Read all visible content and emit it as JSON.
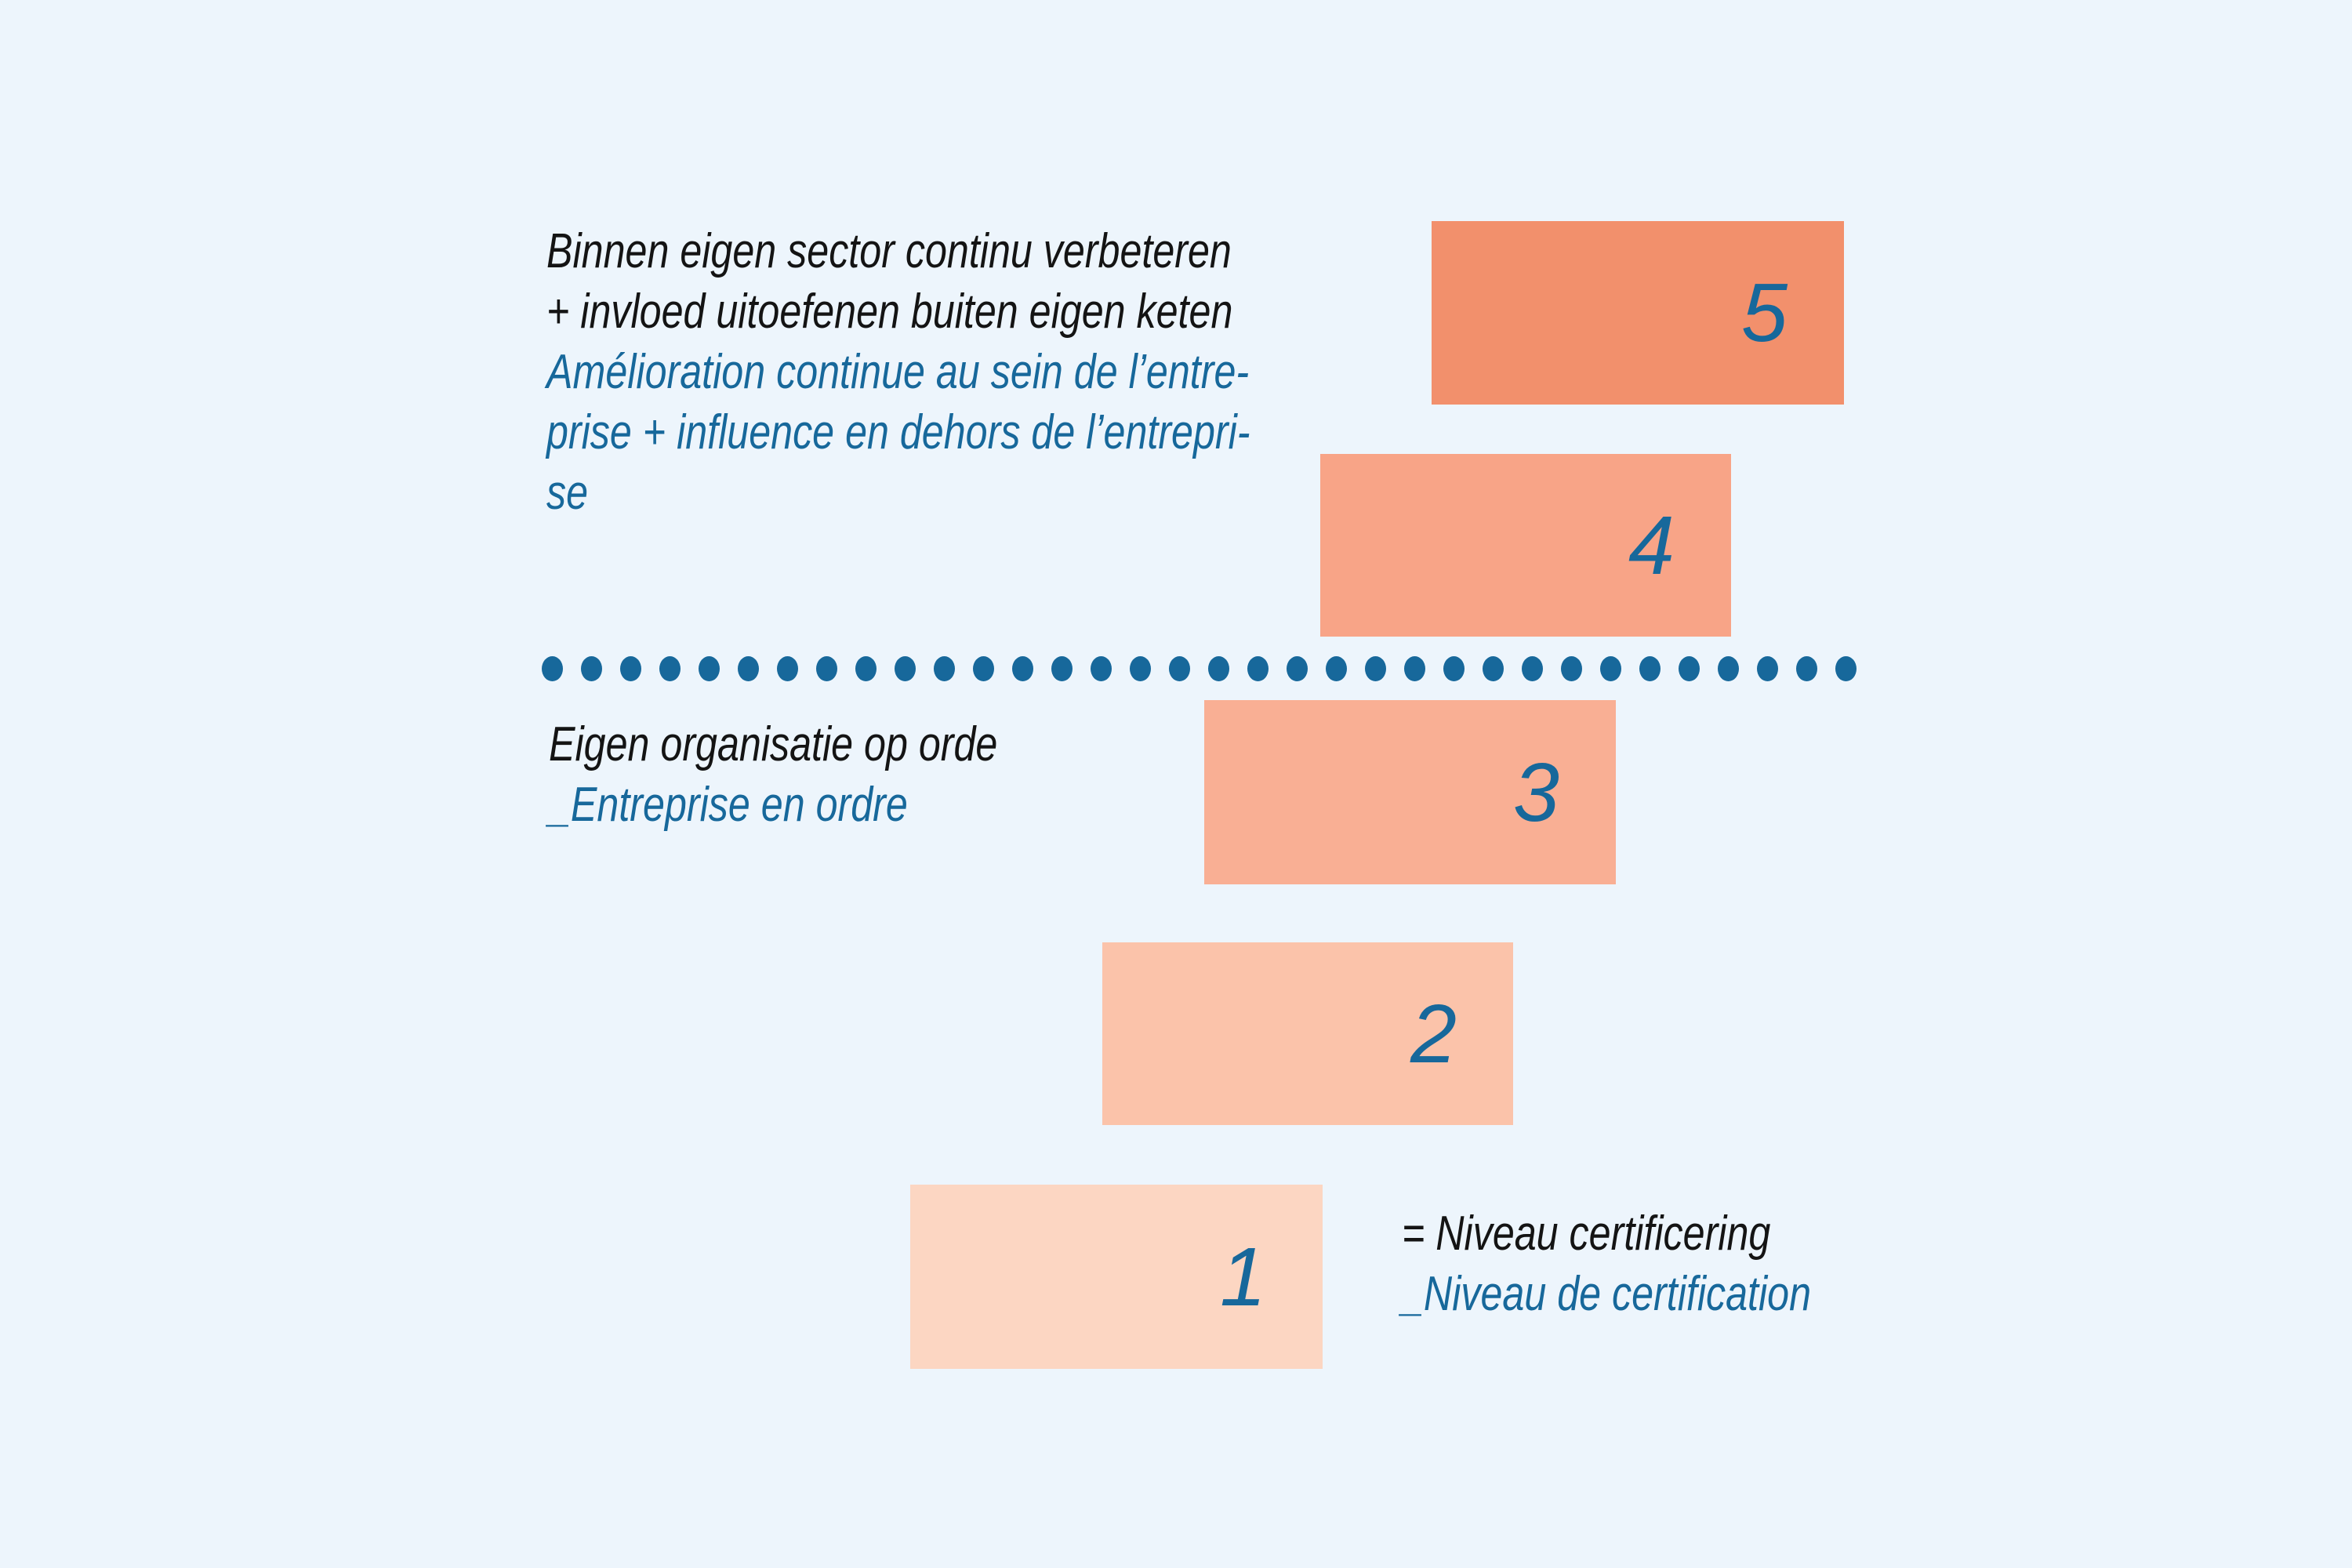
{
  "title": "Niveau certificering / Niveau de certification",
  "colors": {
    "background": "#edf5fc",
    "accent_blue": "#17689b",
    "text_black": "#141414"
  },
  "blocks": [
    {
      "level": "5",
      "color": "#f2906c"
    },
    {
      "level": "4",
      "color": "#f8a487"
    },
    {
      "level": "3",
      "color": "#f9af94"
    },
    {
      "level": "2",
      "color": "#fbc3aa"
    },
    {
      "level": "1",
      "color": "#fcd6c2"
    }
  ],
  "captions": {
    "top": {
      "lines": [
        "Binnen eigen sector continu verbeteren",
        "+ invloed uitoefenen buiten eigen keten",
        "Amélioration continue au sein de l’entre-",
        "prise + influence en dehors de l’entrepri-",
        "se"
      ]
    },
    "middle": {
      "lines": [
        "Eigen organisatie op orde",
        "_Entreprise en ordre"
      ]
    },
    "legend": {
      "lines": [
        "= Niveau certificering",
        "_Niveau de certification"
      ]
    }
  },
  "separator": {
    "dot_count": 34,
    "color": "#17689b"
  }
}
